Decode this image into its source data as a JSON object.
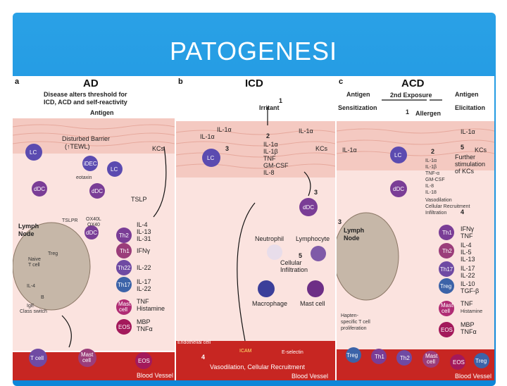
{
  "slide": {
    "title": "PATOGENESI"
  },
  "panel_a": {
    "letter": "a",
    "heading": "AD",
    "intro": [
      "Disease alters threshold for",
      "ICD, ACD and self-reactivity"
    ],
    "antigen": "Antigen",
    "barrier": [
      "Disturbed Barrier",
      "(↑TEWL)"
    ],
    "kcs": "KCs",
    "lc": "LC",
    "idec": "iDEC",
    "eotaxin": "eotaxin",
    "ddc": "dDC",
    "tslp": "TSLP",
    "tslpr": "TSLPR",
    "ox40": [
      "OX40L",
      "OX40"
    ],
    "lymph": [
      "Lymph",
      "Node"
    ],
    "th2": "Th2",
    "th1": "Th1",
    "th22": "Th22",
    "th17": "Th17",
    "mast": [
      "Mast",
      "cell"
    ],
    "eos": "EOS",
    "cyt_th2": [
      "IL-4",
      "IL-13",
      "IL-31"
    ],
    "cyt_th1": "IFNγ",
    "cyt_th22": "IL-22",
    "cyt_th17": [
      "IL-17",
      "IL-22"
    ],
    "cyt_mast": [
      "TNF",
      "Histamine"
    ],
    "cyt_eos": [
      "MBP",
      "TNFα"
    ],
    "treg": "Treg",
    "naive": [
      "Naive",
      "T cell"
    ],
    "il4": "IL-4",
    "b": "B",
    "ige": [
      "IgE",
      "Class switch"
    ],
    "bottom": [
      "T cell",
      "Mast",
      "cell",
      "EOS"
    ],
    "vessel": "Blood Vessel"
  },
  "panel_b": {
    "letter": "b",
    "heading": "ICD",
    "step1": "1",
    "irritant": "Irritant",
    "il1a": "IL-1α",
    "step2": "2",
    "cytokines": [
      "IL-1α",
      "IL-1β",
      "TNF",
      "GM-CSF",
      "IL-8"
    ],
    "kcs": "KCs",
    "step3": "3",
    "lc": "LC",
    "ddc": "dDC",
    "neutrophil": "Neutrophil",
    "lymphocyte": "Lymphocyte",
    "step5": "5",
    "infiltration": [
      "Cellular",
      "Infiltration"
    ],
    "macrophage": "Macrophage",
    "mastcell": "Mast cell",
    "endothelial": "Endothelial cell",
    "icam": "ICAM",
    "eselectin": "E-selectin",
    "step4": "4",
    "vaso": "Vasodilation, Cellular Recruitment",
    "vessel": "Blood Vessel"
  },
  "panel_c": {
    "letter": "c",
    "heading": "ACD",
    "antigen_l": "Antigen",
    "exposure": "2nd Exposure",
    "antigen_r": "Antigen",
    "sensitization": "Sensitization",
    "elicitation": "Elicitation",
    "step1": "1",
    "allergen": "Allergen",
    "il1a_r": "IL-1α",
    "il1a_l": "IL-1α",
    "lc": "LC",
    "step2": "2",
    "cytokines": [
      "IL-1α",
      "IL-1β",
      "TNF-α",
      "GM-CSF",
      "IL-8",
      "IL-18"
    ],
    "step5": "5",
    "kcs": [
      "KCs",
      "Further",
      "stimulation",
      "of KCs"
    ],
    "ddc": "dDC",
    "vaso": [
      "Vasodilation",
      "Cellular Recruitment",
      "Infiltration"
    ],
    "step4": "4",
    "step3": "3",
    "lymph": [
      "Lymph",
      "Node"
    ],
    "th1": "Th1",
    "th2": "Th2",
    "th17": "Th17",
    "treg": "Treg",
    "mast": [
      "Mast",
      "cell"
    ],
    "eos": "EOS",
    "cyt_th1": [
      "IFNγ",
      "TNF"
    ],
    "cyt_th2": [
      "IL-4",
      "IL-5",
      "IL-13"
    ],
    "cyt_th17": [
      "IL-17",
      "IL-22"
    ],
    "cyt_treg": [
      "IL-10",
      "TGF-β"
    ],
    "cyt_mast": [
      "TNF",
      "Histamine"
    ],
    "cyt_eos": [
      "MBP",
      "TNFα"
    ],
    "hapten": [
      "Hapten-",
      "specific T cell",
      "proliferation"
    ],
    "bottom": [
      "Treg",
      "Th1",
      "Th2",
      "Mast",
      "cell",
      "EOS",
      "Treg"
    ],
    "vessel": "Blood Vessel"
  },
  "colors": {
    "slide_blue": "#1593de",
    "skin_pink": "#f6cdc5",
    "dermis": "#f9dedb",
    "vessel_red": "#c72622",
    "lc_purple": "#5b4bb0",
    "th_purple": "#7a3d96",
    "treg_blue": "#3c63a8",
    "eos_magenta": "#a3195b"
  }
}
